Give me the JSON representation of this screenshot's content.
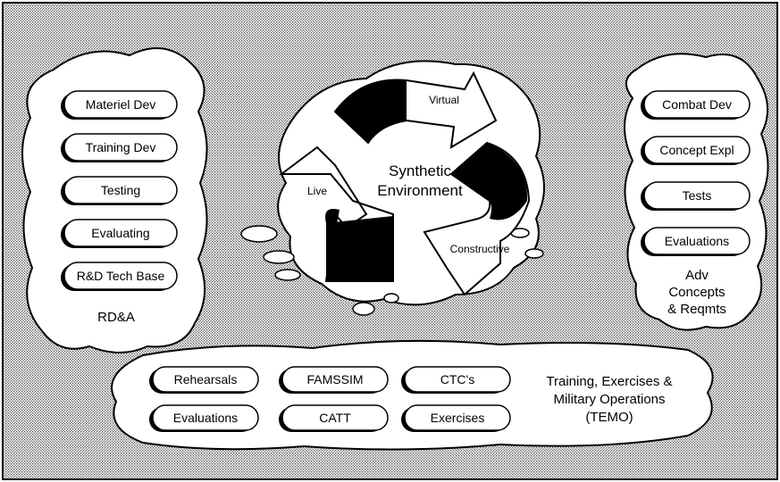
{
  "left_cloud": {
    "items": [
      "Materiel Dev",
      "Training Dev",
      "Testing",
      "Evaluating",
      "R&D Tech Base"
    ],
    "caption": "RD&A"
  },
  "right_cloud": {
    "items": [
      "Combat Dev",
      "Concept Expl",
      "Tests",
      "Evaluations"
    ],
    "caption_lines": [
      "Adv",
      "Concepts",
      "& Reqmts"
    ]
  },
  "center": {
    "title_lines": [
      "Synthetic",
      "Environment"
    ],
    "arrows": {
      "virtual": "Virtual",
      "live": "Live",
      "constructive": "Constructive"
    }
  },
  "bottom_cloud": {
    "col1": [
      "Rehearsals",
      "Evaluations"
    ],
    "col2": [
      "FAMSSIM",
      "CATT"
    ],
    "col3": [
      "CTC's",
      "Exercises"
    ],
    "caption_lines": [
      "Training, Exercises &",
      "Military Operations",
      "(TEMO)"
    ]
  }
}
